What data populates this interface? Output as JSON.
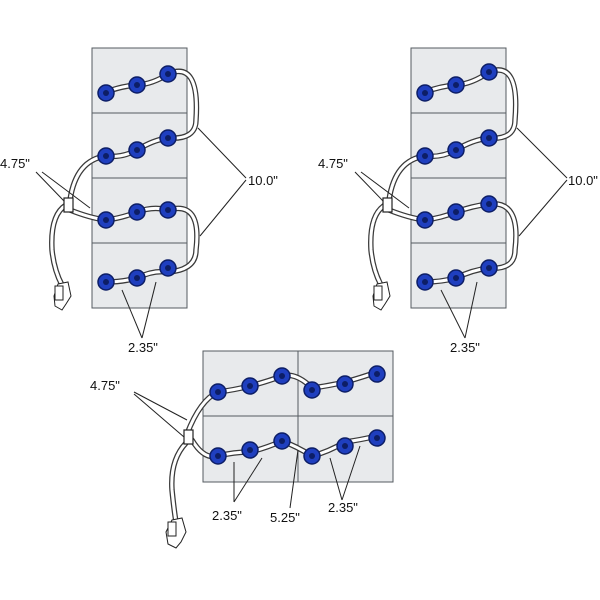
{
  "colors": {
    "cap_fill": "#1f3fbf",
    "cap_dark": "#0d1e66",
    "cell_fill": "#e8eaec",
    "tube": "#3a3a3a"
  },
  "labels": {
    "top_left": {
      "tee_length": "4.75\"",
      "jumper_length": "10.0\"",
      "cap_spacing": "2.35\""
    },
    "top_right": {
      "tee_length": "4.75\"",
      "jumper_length": "10.0\"",
      "cap_spacing": "2.35\""
    },
    "bottom": {
      "tee_length": "4.75\"",
      "cap_spacing_left": "2.35\"",
      "cell_jumper_length": "5.25\"",
      "cap_spacing_right": "2.35\""
    }
  }
}
